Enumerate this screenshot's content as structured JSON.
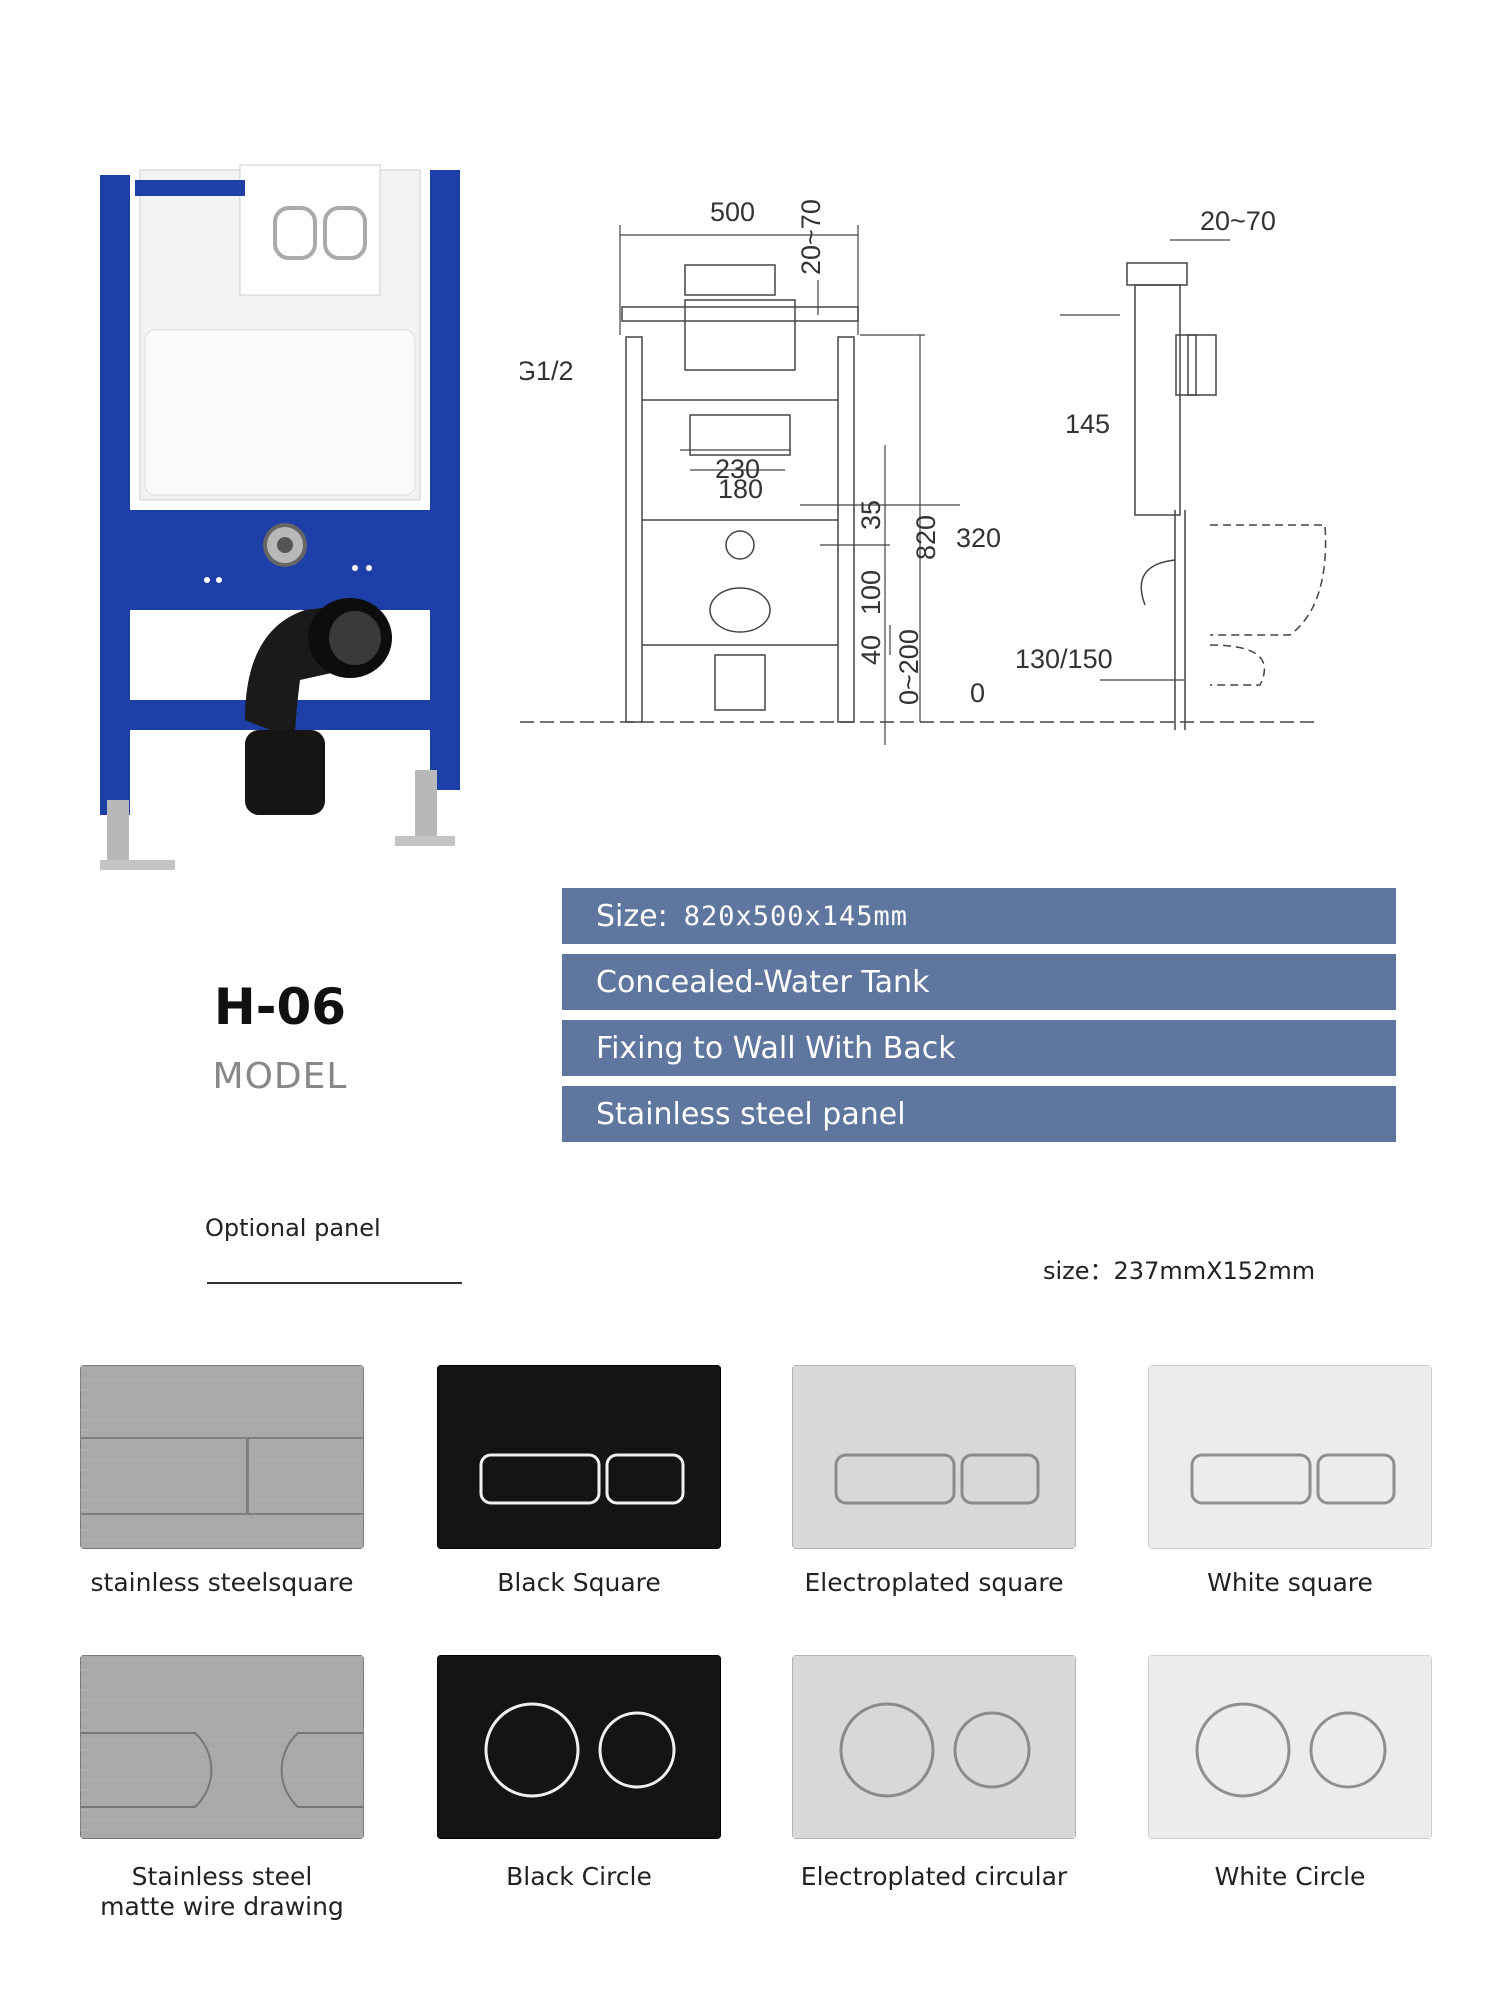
{
  "drawing": {
    "dim_500": "500",
    "dim_20_70_top": "20~70",
    "dim_20_70_side": "20~70",
    "dim_g12": "G1/2",
    "dim_230": "230",
    "dim_180": "180",
    "dim_35": "35",
    "dim_820": "820",
    "dim_320": "320",
    "dim_100": "100",
    "dim_40": "40",
    "dim_0_200": "0~200",
    "dim_0": "0",
    "dim_145": "145",
    "dim_130_150": "130/150"
  },
  "model": {
    "code": "H-06",
    "label": "MODEL"
  },
  "specs": [
    {
      "label": "Size:",
      "value": "820x500x145mm"
    },
    {
      "label": "Concealed-Water Tank",
      "value": ""
    },
    {
      "label": "Fixing to Wall With Back",
      "value": ""
    },
    {
      "label": "Stainless steel panel",
      "value": ""
    }
  ],
  "optional": {
    "label": "Optional panel",
    "size": "size：237mmX152mm"
  },
  "panels": [
    {
      "name": "stainless steelsquare",
      "finish": "stainless",
      "shape": "square"
    },
    {
      "name": "Black Square",
      "finish": "black",
      "shape": "square"
    },
    {
      "name": "Electroplated square",
      "finish": "electroplated",
      "shape": "square"
    },
    {
      "name": "White square",
      "finish": "white",
      "shape": "square"
    },
    {
      "name": "Stainless steel",
      "name2": "matte wire drawing",
      "finish": "stainless",
      "shape": "oval"
    },
    {
      "name": "Black Circle",
      "finish": "black",
      "shape": "circle"
    },
    {
      "name": "Electroplated circular",
      "finish": "electroplated",
      "shape": "circle"
    },
    {
      "name": "White Circle",
      "finish": "white",
      "shape": "circle"
    }
  ],
  "colors": {
    "spec_bar": "#5f769e",
    "frame_blue": "#1f3fa8",
    "black_panel": "#141414",
    "stainless": "#a9a9a9",
    "electroplated": "#d8d8d8",
    "white": "#ececec"
  }
}
